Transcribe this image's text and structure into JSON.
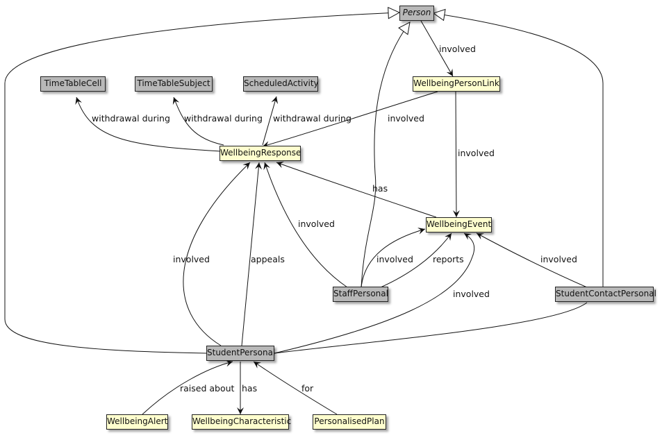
{
  "diagram": {
    "nodes": {
      "person": {
        "label": "Person",
        "style": "abstract"
      },
      "wellbeing_person_link": {
        "label": "WellbeingPersonLink"
      },
      "timetable_cell": {
        "label": "TimeTableCell"
      },
      "timetable_subject": {
        "label": "TimeTableSubject"
      },
      "scheduled_activity": {
        "label": "ScheduledActivity"
      },
      "wellbeing_response": {
        "label": "WellbeingResponse"
      },
      "wellbeing_event": {
        "label": "WellbeingEvent"
      },
      "staff_personal": {
        "label": "StaffPersonal"
      },
      "student_contact_personal": {
        "label": "StudentContactPersonal"
      },
      "student_personal": {
        "label": "StudentPersonal"
      },
      "wellbeing_alert": {
        "label": "WellbeingAlert"
      },
      "wellbeing_characteristic": {
        "label": "WellbeingCharacteristic"
      },
      "personalised_plan": {
        "label": "PersonalisedPlan"
      }
    },
    "edge_labels": {
      "person_to_link": "involved",
      "resp_to_cell": "withdrawal during",
      "resp_to_subject": "withdrawal during",
      "resp_to_activity": "withdrawal during",
      "link_to_resp": "involved",
      "link_to_event": "involved",
      "event_to_resp": "has",
      "staff_to_resp": "involved",
      "student_to_resp_involved": "involved",
      "student_to_resp_appeals": "appeals",
      "staff_to_event_involved": "involved",
      "staff_to_event_reports": "reports",
      "contact_to_event": "involved",
      "student_to_event": "involved",
      "alert_to_student": "raised about",
      "student_to_characteristic": "has",
      "plan_to_student": "for"
    },
    "colors": {
      "class_gray": "#b8b8b8",
      "class_yellow": "#fefece",
      "border": "#222222"
    }
  }
}
